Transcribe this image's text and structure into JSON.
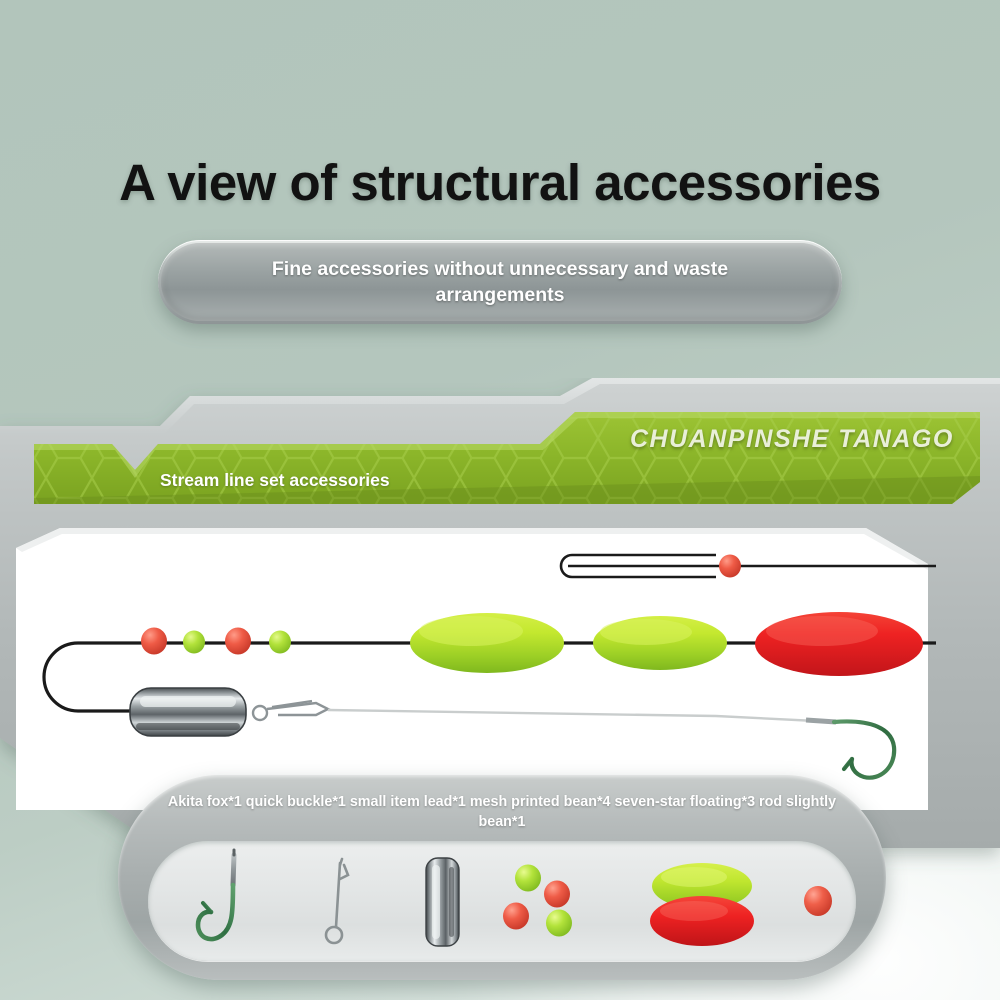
{
  "page": {
    "background_color": "#b4c6bd",
    "accent_green": "#8cb62a",
    "float_green": "#bde62b",
    "float_red": "#ee2222",
    "panel_gray": "#b5baba",
    "panel_white": "#ffffff"
  },
  "header": {
    "title": "A view of structural accessories",
    "subtitle": "Fine accessories without unnecessary and waste arrangements"
  },
  "banner": {
    "left_label": "Stream line set accessories",
    "right_brand": "CHUANPINSHE TANAGO"
  },
  "tray": {
    "caption": "Akita fox*1 quick buckle*1 small item lead*1 mesh printed bean*4 seven-star floating*3 rod slightly bean*1",
    "items": [
      {
        "name": "fish-hook-icon",
        "label": "Akita fox",
        "qty": "*1",
        "color": "#3f7a4e"
      },
      {
        "name": "quick-buckle-icon",
        "label": "quick buckle",
        "qty": "*1",
        "color": "#9a9fa2"
      },
      {
        "name": "lead-sinker-icon",
        "label": "small item lead",
        "qty": "*1",
        "color": "#6c7276"
      },
      {
        "name": "mesh-bean-icon",
        "label": "mesh printed bean",
        "qty": "*4",
        "color": "#bde62b"
      },
      {
        "name": "seven-star-float-icon",
        "label": "seven-star floating",
        "qty": "*3",
        "color": "#ee2222"
      },
      {
        "name": "rod-bean-icon",
        "label": "rod slightly bean",
        "qty": "*1",
        "color": "#e8513c"
      }
    ]
  },
  "rig": {
    "beads": [
      {
        "index": 1,
        "color": "#e8503c"
      },
      {
        "index": 2,
        "color": "#a9dd2b"
      },
      {
        "index": 3,
        "color": "#e8503c"
      },
      {
        "index": 4,
        "color": "#a9dd2b"
      }
    ],
    "floats": [
      {
        "index": 1,
        "color": "#bde62b",
        "size": "medium"
      },
      {
        "index": 2,
        "color": "#bde62b",
        "size": "medium"
      },
      {
        "index": 3,
        "color": "#ee2222",
        "size": "large"
      }
    ],
    "top_line_bead_color": "#e8503c",
    "hook_color": "#3f7a4e",
    "sinker_color": "#5c6266",
    "line_color": "#1a1a1a"
  }
}
